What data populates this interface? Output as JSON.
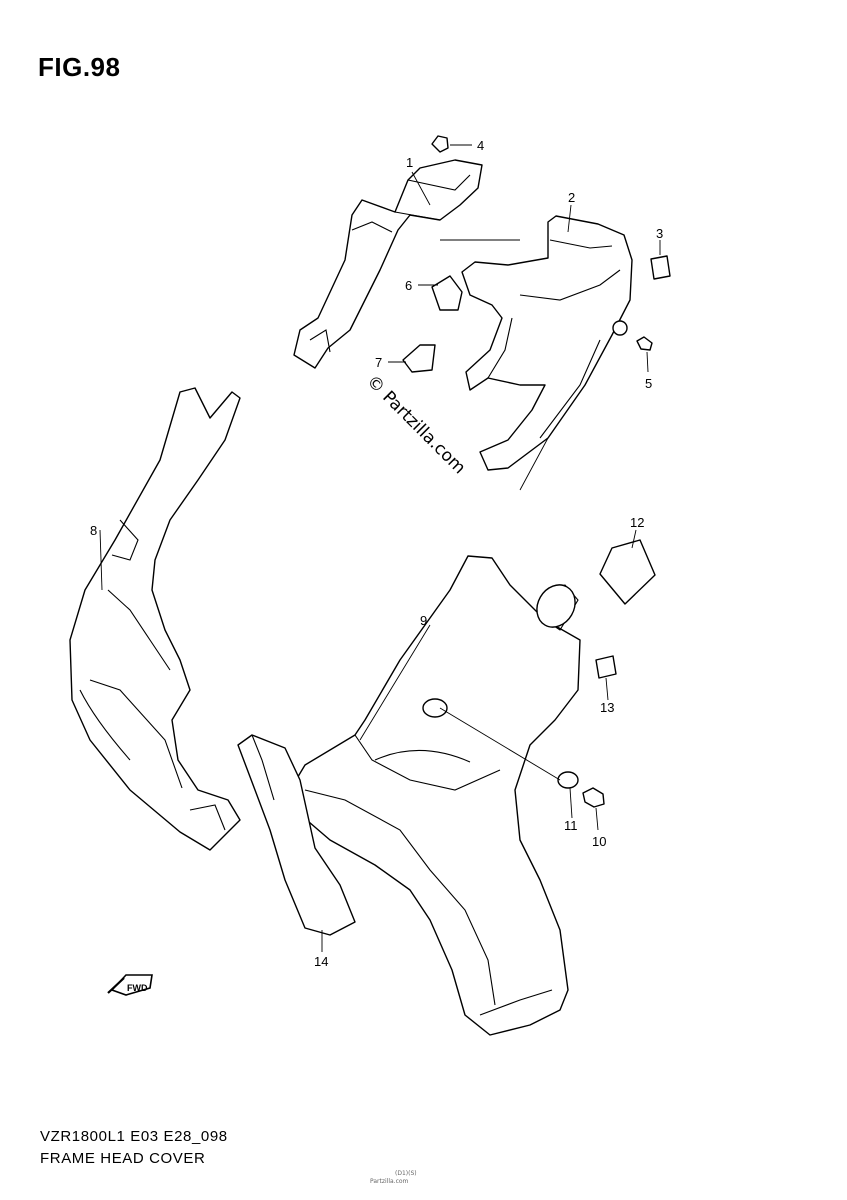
{
  "figure": {
    "title": "FIG.98",
    "model_code": "VZR1800L1 E03 E28_098",
    "section_name": "FRAME HEAD COVER",
    "fine_print_1": "(D1)(S)",
    "fine_print_2": "Partzilla.com"
  },
  "watermark": "© Partzilla.com",
  "fwd_label": "FWD",
  "callouts": [
    {
      "id": "1",
      "label": "1"
    },
    {
      "id": "2",
      "label": "2"
    },
    {
      "id": "3",
      "label": "3"
    },
    {
      "id": "4",
      "label": "4"
    },
    {
      "id": "5",
      "label": "5"
    },
    {
      "id": "6",
      "label": "6"
    },
    {
      "id": "7",
      "label": "7"
    },
    {
      "id": "8",
      "label": "8"
    },
    {
      "id": "9",
      "label": "9"
    },
    {
      "id": "10",
      "label": "10"
    },
    {
      "id": "11",
      "label": "11"
    },
    {
      "id": "12",
      "label": "12"
    },
    {
      "id": "13",
      "label": "13"
    },
    {
      "id": "14",
      "label": "14"
    }
  ]
}
